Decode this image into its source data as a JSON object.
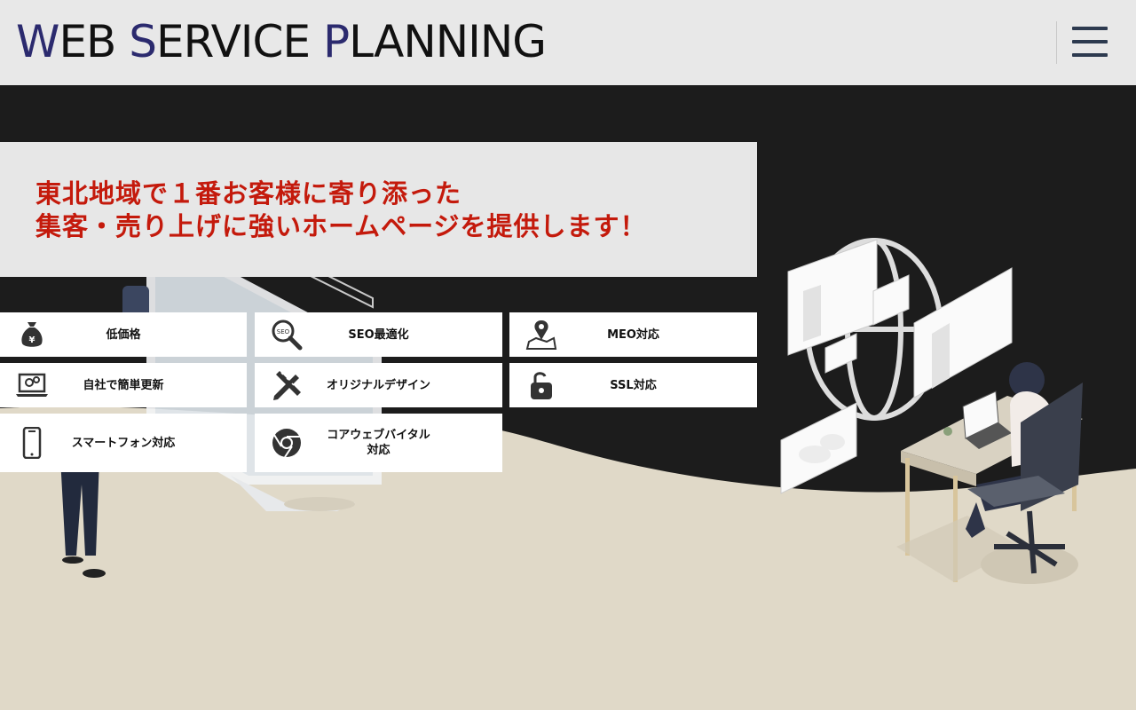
{
  "header": {
    "logo": {
      "w1_initial": "W",
      "w1_rest": "EB ",
      "w2_initial": "S",
      "w2_rest": "ERVICE ",
      "w3_initial": "P",
      "w3_rest": "LANNING"
    },
    "menu_icon": "hamburger-menu-icon"
  },
  "hero": {
    "headline_line1": "東北地域で１番お客様に寄り添った",
    "headline_line2": "集客・売り上げに強いホームページを提供します！"
  },
  "features": [
    {
      "label": "低価格",
      "icon": "money-bag-icon"
    },
    {
      "label": "SEO最適化",
      "icon": "seo-magnifier-icon"
    },
    {
      "label": "MEO対応",
      "icon": "map-pin-icon"
    },
    {
      "label": "自社で簡単更新",
      "icon": "laptop-gear-icon"
    },
    {
      "label": "オリジナルデザイン",
      "icon": "pencil-ruler-icon"
    },
    {
      "label": "SSL対応",
      "icon": "padlock-icon"
    },
    {
      "label": "スマートフォン対応",
      "icon": "smartphone-icon"
    },
    {
      "label": "コアウェブバイタル\n対応",
      "icon": "chrome-icon"
    }
  ],
  "colors": {
    "accent": "#c41a0c",
    "header_bg": "#e8e8e8",
    "hero_dark": "#1c1c1c",
    "floor": "#e0d9c8",
    "logo_accent": "#2b2a6e"
  }
}
